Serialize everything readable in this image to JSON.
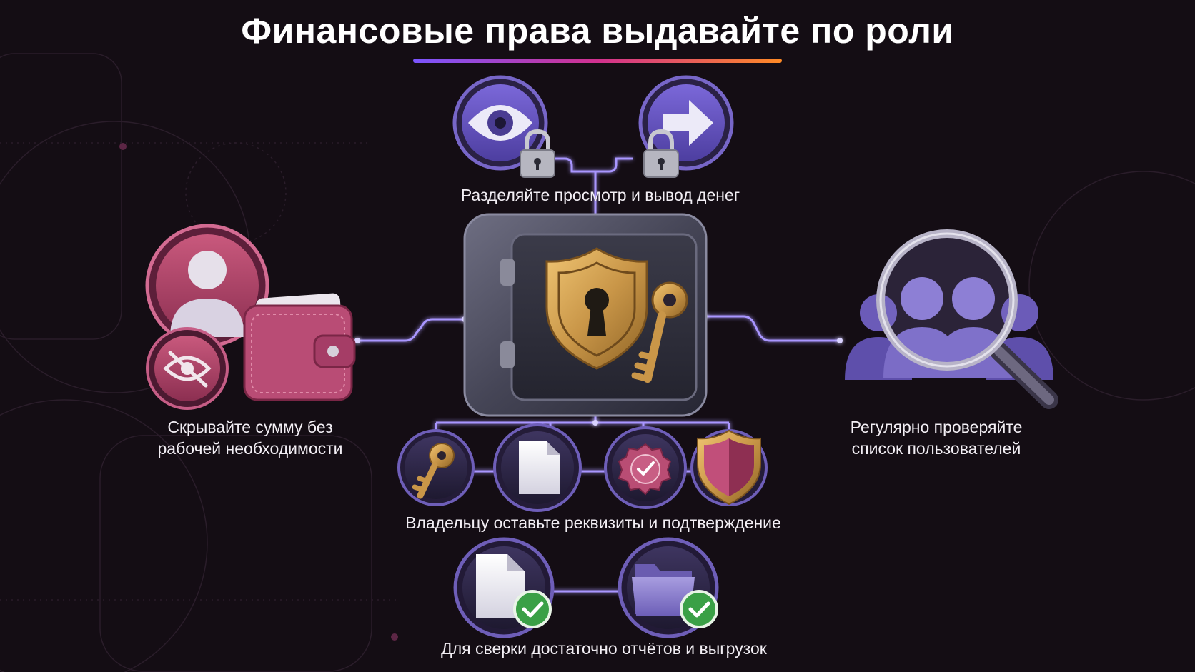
{
  "title": "Финансовые права выдавайте по роли",
  "colors": {
    "background": "#140d14",
    "accent_violet": "#7a55ff",
    "accent_pink": "#d2308f",
    "accent_orange": "#ff8a25",
    "connector": "#a996ff",
    "gold": "#c99648",
    "rose": "#b5486f",
    "check_green": "#3aa046"
  },
  "captions": {
    "view_withdraw": "Разделяйте просмотр и вывод денег",
    "hide_amount": "Скрывайте сумму без\nрабочей необходимости",
    "check_users": "Регулярно проверяйте\nсписок пользователей",
    "owner": "Владельцу оставьте реквизиты и подтверждение",
    "reports": "Для сверки достаточно отчётов и выгрузок"
  },
  "icons": {
    "top": [
      "eye-lock-icon",
      "arrow-lock-icon"
    ],
    "center": [
      "safe-icon",
      "shield-keyhole-icon",
      "key-icon"
    ],
    "left": [
      "user-icon",
      "wallet-icon",
      "eye-slash-icon"
    ],
    "right": [
      "magnifier-icon",
      "users-icon"
    ],
    "owner_row": [
      "key-icon",
      "document-icon",
      "seal-check-icon",
      "shield-icon"
    ],
    "reports_row": [
      "document-check-icon",
      "folder-check-icon"
    ]
  }
}
